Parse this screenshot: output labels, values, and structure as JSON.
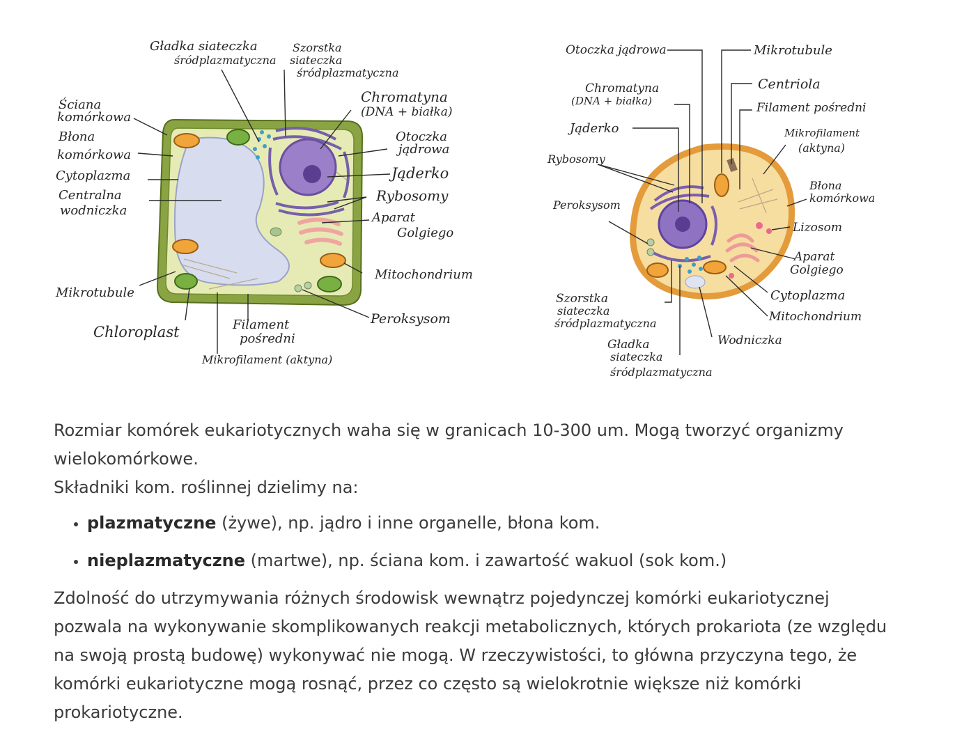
{
  "plant_cell": {
    "labels": {
      "smooth_er": [
        "Gładka siateczka",
        "śródplazmatyczna"
      ],
      "rough_er": [
        "Szorstka",
        "siateczka",
        "śródplazmatyczna"
      ],
      "cell_wall": [
        "Ściana",
        "komórkowa"
      ],
      "membrane": [
        "Błona",
        "komórkowa"
      ],
      "cytoplasm": "Cytoplazma",
      "vacuole": [
        "Centralna",
        "wodniczka"
      ],
      "chromatin": [
        "Chromatyna",
        "(DNA + białka)"
      ],
      "nuclear_envelope": [
        "Otoczka",
        "jądrowa"
      ],
      "nucleolus": "Jąderko",
      "ribosomes": "Rybosomy",
      "golgi": [
        "Aparat",
        "Golgiego"
      ],
      "mitochondrion": "Mitochondrium",
      "microtubules": "Mikrotubule",
      "peroxisome": "Peroksysom",
      "chloroplast": "Chloroplast",
      "intermediate_filament": [
        "Filament",
        "pośredni"
      ],
      "microfilament": "Mikrofilament (aktyna)"
    }
  },
  "animal_cell": {
    "labels": {
      "nuclear_envelope": "Otoczka jądrowa",
      "microtubules": "Mikrotubule",
      "centriole": "Centriola",
      "chromatin": [
        "Chromatyna",
        "(DNA + białka)"
      ],
      "intermediate_filament": "Filament pośredni",
      "nucleolus": "Jąderko",
      "microfilament": [
        "Mikrofilament",
        "(aktyna)"
      ],
      "ribosomes": "Rybosomy",
      "membrane": [
        "Błona",
        "komórkowa"
      ],
      "peroxisome": "Peroksysom",
      "lysosome": "Lizosom",
      "golgi": [
        "Aparat",
        "Golgiego"
      ],
      "rough_er": [
        "Szorstka",
        "siateczka",
        "śródplazmatyczna"
      ],
      "cytoplasm": "Cytoplazma",
      "mitochondrion": "Mitochondrium",
      "vacuole": "Wodniczka",
      "smooth_er": [
        "Gładka",
        "siateczka",
        "śródplazmatyczna"
      ]
    }
  },
  "text": {
    "p1": "Rozmiar komórek eukariotycznych waha się w granicach 10-300 um. Mogą tworzyć organizmy wielokomórkowe.",
    "p2": "Składniki kom. roślinnej dzielimy na:",
    "bullets": [
      {
        "bold": "plazmatyczne",
        "rest": " (żywe), np. jądro i inne organelle, błona kom."
      },
      {
        "bold": "nieplazmatyczne",
        "rest": " (martwe), np. ściana kom. i zawartość wakuol (sok kom.)"
      }
    ],
    "p3": "Zdolność do utrzymywania różnych środowisk wewnątrz pojedynczej komórki eukariotycznej pozwala na wykonywanie skomplikowanych reakcji metabolicznych, których prokariota (ze względu na swoją prostą budowę) wykonywać nie mogą. W rzeczywistości, to główna przyczyna tego, że komórki eukariotyczne mogą rosnąć, przez co często są wielokrotnie większe niż komórki prokariotyczne."
  }
}
